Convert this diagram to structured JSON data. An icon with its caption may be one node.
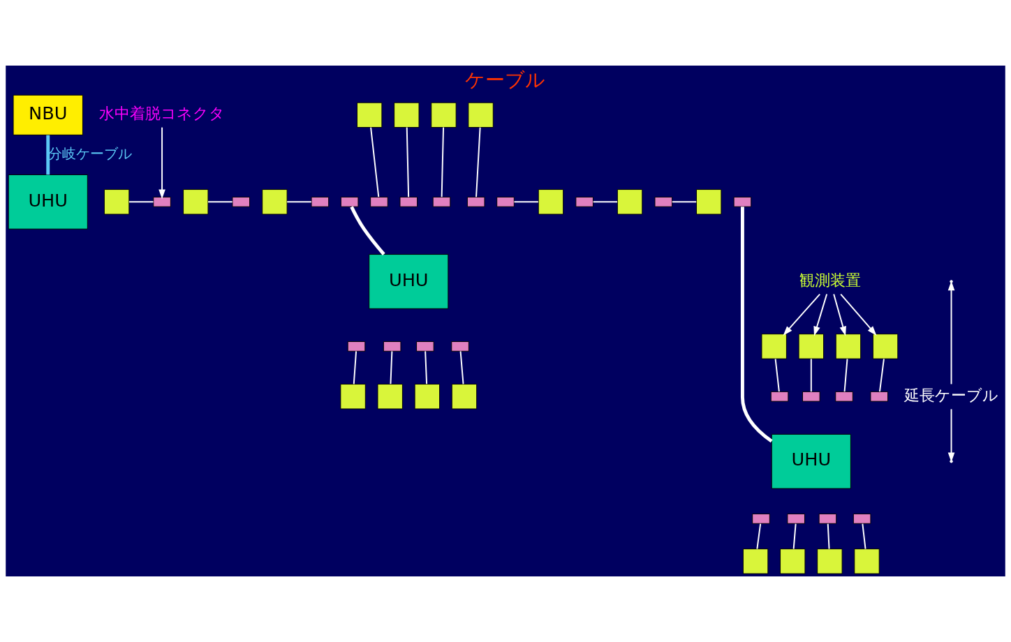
{
  "diagram": {
    "title": "ケーブル",
    "nodes": [
      {
        "text": [
          "NBU"
        ]
      },
      {
        "text": [
          "UHU"
        ]
      },
      {
        "text": [],
        "shape": "box"
      },
      {
        "text": [],
        "shape": "box"
      },
      {
        "text": [],
        "shape": "box"
      },
      {
        "text": [],
        "shape": "box"
      },
      {
        "text": [],
        "shape": "box"
      },
      {
        "text": [],
        "shape": "box"
      },
      {
        "text": [],
        "shape": "box"
      },
      {
        "text": [],
        "shape": "box"
      },
      {
        "text": [],
        "shape": "box"
      },
      {
        "text": [],
        "shape": "box"
      },
      {
        "text": [],
        "shape": "box"
      },
      {
        "text": [],
        "shape": "box"
      },
      {
        "text": [],
        "shape": "box"
      },
      {
        "text": [],
        "shape": "box"
      },
      {
        "text": [],
        "shape": "box"
      },
      {
        "text": [],
        "shape": "box"
      },
      {
        "text": [],
        "shape": "box"
      },
      {
        "text": [],
        "shape": "box"
      },
      {
        "text": [],
        "shape": "box"
      },
      {
        "text": [],
        "shape": "box"
      },
      {
        "text": [],
        "shape": "box"
      },
      {
        "text": [],
        "shape": "box"
      },
      {
        "text": [
          "UHU"
        ]
      },
      {
        "text": [],
        "shape": "box"
      },
      {
        "text": [],
        "shape": "box"
      },
      {
        "text": [],
        "shape": "box"
      },
      {
        "text": [],
        "shape": "box"
      },
      {
        "text": [],
        "shape": "box"
      },
      {
        "text": [],
        "shape": "box"
      },
      {
        "text": [],
        "shape": "box"
      },
      {
        "text": [],
        "shape": "box"
      },
      {
        "text": [],
        "shape": "box"
      },
      {
        "text": [],
        "shape": "box"
      },
      {
        "text": [],
        "shape": "box"
      },
      {
        "text": [],
        "shape": "box"
      },
      {
        "text": [],
        "shape": "box"
      },
      {
        "text": [],
        "shape": "box"
      },
      {
        "text": [],
        "shape": "box"
      },
      {
        "text": [],
        "shape": "box"
      },
      {
        "text": [
          "UHU"
        ]
      },
      {
        "text": [],
        "shape": "box"
      },
      {
        "text": [],
        "shape": "box"
      },
      {
        "text": [],
        "shape": "box"
      },
      {
        "text": [],
        "shape": "box"
      },
      {
        "text": [],
        "shape": "box"
      },
      {
        "text": [],
        "shape": "box"
      },
      {
        "text": [],
        "shape": "box"
      },
      {
        "text": [],
        "shape": "box"
      },
      {
        "text": [
          "水中着脱コネクタ"
        ]
      },
      {
        "text": [
          "観測装置"
        ]
      },
      {
        "text": [
          "延長ケーブル"
        ]
      }
    ],
    "edges": [
      {
        "from": 0,
        "to": 1,
        "arrow": "none",
        "label": "分岐ケーブル",
        "style": "thick",
        "color": "#5bc8f5"
      },
      {
        "from": 10,
        "to": 2,
        "arrow": "none"
      },
      {
        "from": 11,
        "to": 3,
        "arrow": "none"
      },
      {
        "from": 12,
        "to": 4,
        "arrow": "none"
      },
      {
        "from": 6,
        "to": 13,
        "arrow": "none"
      },
      {
        "from": 7,
        "to": 14,
        "arrow": "none"
      },
      {
        "from": 8,
        "to": 15,
        "arrow": "none"
      },
      {
        "from": 5,
        "to": 24,
        "arrow": "none",
        "style": "thick"
      },
      {
        "from": 9,
        "to": 41,
        "arrow": "none",
        "style": "thick"
      },
      {
        "from": 16,
        "to": 20,
        "arrow": "none"
      },
      {
        "from": 17,
        "to": 21,
        "arrow": "none"
      },
      {
        "from": 18,
        "to": 22,
        "arrow": "none"
      },
      {
        "from": 19,
        "to": 23,
        "arrow": "none"
      },
      {
        "from": 25,
        "to": 29,
        "arrow": "none"
      },
      {
        "from": 26,
        "to": 30,
        "arrow": "none"
      },
      {
        "from": 27,
        "to": 31,
        "arrow": "none"
      },
      {
        "from": 28,
        "to": 32,
        "arrow": "none"
      },
      {
        "from": 33,
        "to": 37,
        "arrow": "none"
      },
      {
        "from": 34,
        "to": 38,
        "arrow": "none"
      },
      {
        "from": 35,
        "to": 39,
        "arrow": "none"
      },
      {
        "from": 36,
        "to": 40,
        "arrow": "none"
      },
      {
        "from": 42,
        "to": 46,
        "arrow": "none"
      },
      {
        "from": 43,
        "to": 47,
        "arrow": "none"
      },
      {
        "from": 44,
        "to": 48,
        "arrow": "none"
      },
      {
        "from": 45,
        "to": 49,
        "arrow": "none"
      },
      {
        "from": 50,
        "to": 2,
        "arrow": "to"
      },
      {
        "from": 51,
        "to": 33,
        "arrow": "to"
      },
      {
        "from": 51,
        "to": 34,
        "arrow": "to"
      },
      {
        "from": 51,
        "to": 35,
        "arrow": "to"
      },
      {
        "from": 51,
        "to": 36,
        "arrow": "to"
      },
      {
        "from": 52,
        "to": null,
        "arrow": "to"
      },
      {
        "from": 52,
        "to": null,
        "arrow": "to"
      }
    ]
  }
}
